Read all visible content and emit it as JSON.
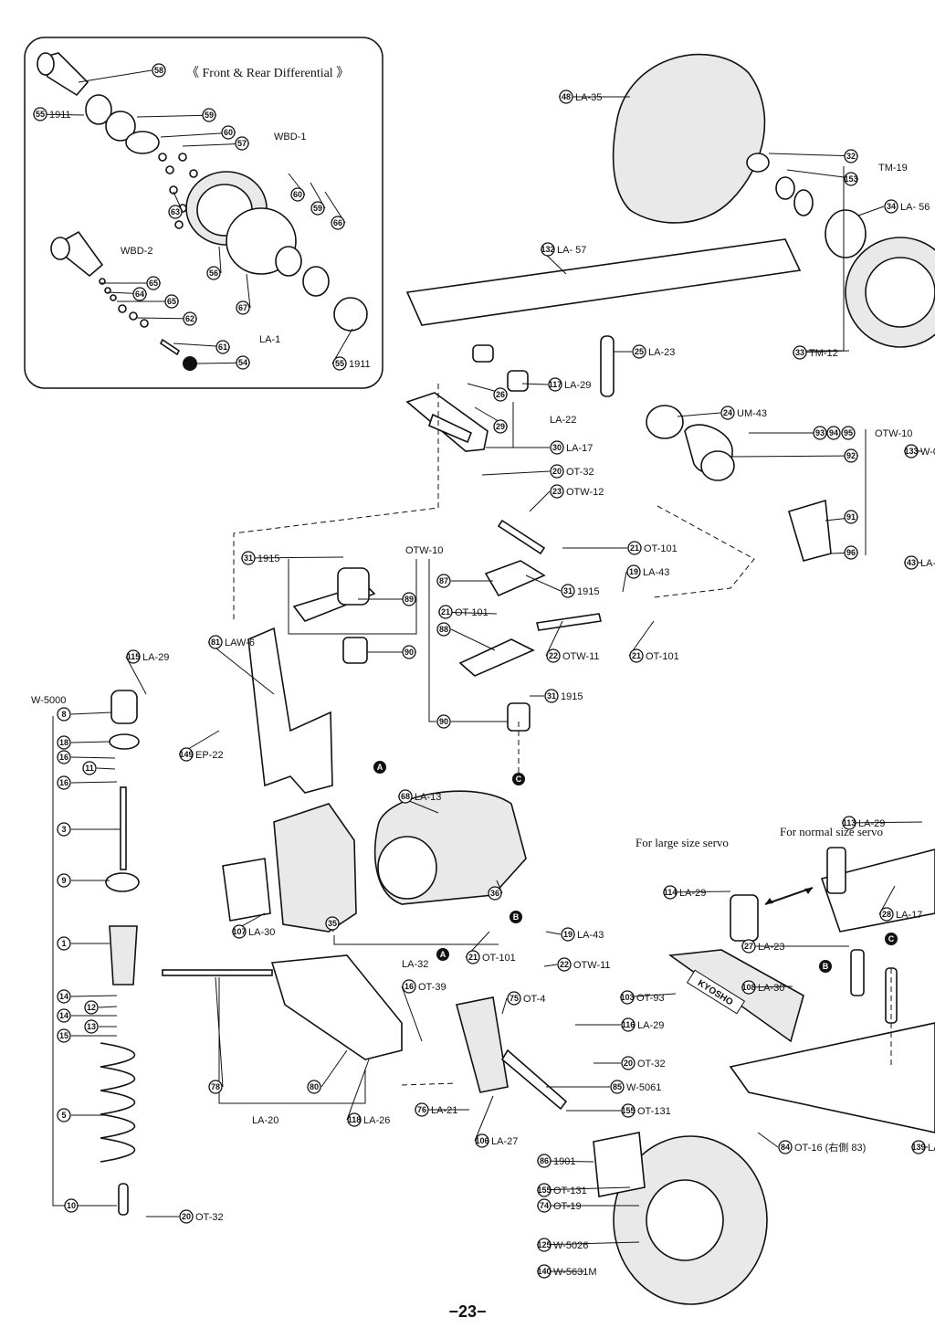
{
  "inset": {
    "title": "《 Front & Rear Differential 》",
    "callouts": [
      {
        "id": "c58",
        "num": "58",
        "code": ""
      },
      {
        "id": "c55a",
        "num": "55",
        "code": "1911"
      },
      {
        "id": "c59a",
        "num": "59",
        "code": ""
      },
      {
        "id": "c60a",
        "num": "60",
        "code": ""
      },
      {
        "id": "c57",
        "num": "57",
        "code": ""
      },
      {
        "id": "c63",
        "num": "63",
        "code": ""
      },
      {
        "id": "c60b",
        "num": "60",
        "code": ""
      },
      {
        "id": "c59b",
        "num": "59",
        "code": ""
      },
      {
        "id": "c66",
        "num": "66",
        "code": ""
      },
      {
        "id": "c65a",
        "num": "65",
        "code": ""
      },
      {
        "id": "c64",
        "num": "64",
        "code": ""
      },
      {
        "id": "c65b",
        "num": "65",
        "code": ""
      },
      {
        "id": "c62",
        "num": "62",
        "code": ""
      },
      {
        "id": "c61",
        "num": "61",
        "code": ""
      },
      {
        "id": "c54",
        "num": "54",
        "code": ""
      },
      {
        "id": "c56",
        "num": "56",
        "code": ""
      },
      {
        "id": "c67",
        "num": "67",
        "code": ""
      },
      {
        "id": "c55b",
        "num": "55",
        "code": "1911"
      }
    ],
    "texts": {
      "wbd1": "WBD-1",
      "wbd2": "WBD-2",
      "la1": "LA-1"
    }
  },
  "callouts": [
    {
      "id": "p48",
      "num": "48",
      "code": "LA-35"
    },
    {
      "id": "p32",
      "num": "32",
      "code": ""
    },
    {
      "id": "p153",
      "num": "153",
      "code": ""
    },
    {
      "id": "p34",
      "num": "34",
      "code": "LA- 56"
    },
    {
      "id": "p132",
      "num": "132",
      "code": "LA- 57"
    },
    {
      "id": "p33",
      "num": "33",
      "code": "TM-12"
    },
    {
      "id": "p25",
      "num": "25",
      "code": "LA-23"
    },
    {
      "id": "p117",
      "num": "117",
      "code": "LA-29"
    },
    {
      "id": "p26",
      "num": "26",
      "code": ""
    },
    {
      "id": "p29",
      "num": "29",
      "code": ""
    },
    {
      "id": "p30",
      "num": "30",
      "code": "LA-17"
    },
    {
      "id": "p24",
      "num": "24",
      "code": "UM-43"
    },
    {
      "id": "p93",
      "num": "93",
      "code": ""
    },
    {
      "id": "p94",
      "num": "94",
      "code": ""
    },
    {
      "id": "p95",
      "num": "95",
      "code": ""
    },
    {
      "id": "p92",
      "num": "92",
      "code": ""
    },
    {
      "id": "p133",
      "num": "133",
      "code": "W-0"
    },
    {
      "id": "p20a",
      "num": "20",
      "code": "OT-32"
    },
    {
      "id": "p23",
      "num": "23",
      "code": "OTW-12"
    },
    {
      "id": "p21a",
      "num": "21",
      "code": "OT-101"
    },
    {
      "id": "p91",
      "num": "91",
      "code": ""
    },
    {
      "id": "p96",
      "num": "96",
      "code": ""
    },
    {
      "id": "p43",
      "num": "43",
      "code": "LA-"
    },
    {
      "id": "p31a",
      "num": "31",
      "code": "1915"
    },
    {
      "id": "p87",
      "num": "87",
      "code": ""
    },
    {
      "id": "p31b",
      "num": "31",
      "code": "1915"
    },
    {
      "id": "p19a",
      "num": "19",
      "code": "LA-43"
    },
    {
      "id": "p89",
      "num": "89",
      "code": ""
    },
    {
      "id": "p21b",
      "num": "21",
      "code": "OT-101"
    },
    {
      "id": "p88",
      "num": "88",
      "code": ""
    },
    {
      "id": "p81",
      "num": "81",
      "code": "LAW-6"
    },
    {
      "id": "p90a",
      "num": "90",
      "code": ""
    },
    {
      "id": "p22a",
      "num": "22",
      "code": "OTW-11"
    },
    {
      "id": "p21c",
      "num": "21",
      "code": "OT-101"
    },
    {
      "id": "p115",
      "num": "115",
      "code": "LA-29"
    },
    {
      "id": "p31c",
      "num": "31",
      "code": "1915"
    },
    {
      "id": "p8",
      "num": "8",
      "code": ""
    },
    {
      "id": "p90b",
      "num": "90",
      "code": ""
    },
    {
      "id": "p18",
      "num": "18",
      "code": ""
    },
    {
      "id": "p16a",
      "num": "16",
      "code": ""
    },
    {
      "id": "p11",
      "num": "11",
      "code": ""
    },
    {
      "id": "p16b",
      "num": "16",
      "code": ""
    },
    {
      "id": "p149",
      "num": "149",
      "code": "EP-22"
    },
    {
      "id": "p68",
      "num": "68",
      "code": "LA-13"
    },
    {
      "id": "p3",
      "num": "3",
      "code": ""
    },
    {
      "id": "p113",
      "num": "113",
      "code": "LA-29"
    },
    {
      "id": "p9",
      "num": "9",
      "code": ""
    },
    {
      "id": "p114",
      "num": "114",
      "code": "LA-29"
    },
    {
      "id": "p36",
      "num": "36",
      "code": ""
    },
    {
      "id": "p28",
      "num": "28",
      "code": "LA-17"
    },
    {
      "id": "p107",
      "num": "107",
      "code": "LA-30"
    },
    {
      "id": "p1",
      "num": "1",
      "code": ""
    },
    {
      "id": "p35",
      "num": "35",
      "code": ""
    },
    {
      "id": "p27",
      "num": "27",
      "code": "LA-23"
    },
    {
      "id": "p19b",
      "num": "19",
      "code": "LA-43"
    },
    {
      "id": "p21d",
      "num": "21",
      "code": "OT-101"
    },
    {
      "id": "p22b",
      "num": "22",
      "code": "OTW-11"
    },
    {
      "id": "p103",
      "num": "103",
      "code": "OT-93"
    },
    {
      "id": "p108",
      "num": "108",
      "code": "LA-30"
    },
    {
      "id": "p14a",
      "num": "14",
      "code": ""
    },
    {
      "id": "p12",
      "num": "12",
      "code": ""
    },
    {
      "id": "p16c",
      "num": "16",
      "code": "OT-39"
    },
    {
      "id": "p75",
      "num": "75",
      "code": "OT-4"
    },
    {
      "id": "p14b",
      "num": "14",
      "code": ""
    },
    {
      "id": "p13",
      "num": "13",
      "code": ""
    },
    {
      "id": "p116",
      "num": "116",
      "code": "LA-29"
    },
    {
      "id": "p15",
      "num": "15",
      "code": ""
    },
    {
      "id": "p20b",
      "num": "20",
      "code": "OT-32"
    },
    {
      "id": "p85",
      "num": "85",
      "code": "W-5061"
    },
    {
      "id": "p78",
      "num": "78",
      "code": ""
    },
    {
      "id": "p80",
      "num": "80",
      "code": ""
    },
    {
      "id": "p76",
      "num": "76",
      "code": "LA-21"
    },
    {
      "id": "p155a",
      "num": "155",
      "code": "OT-131"
    },
    {
      "id": "p5",
      "num": "5",
      "code": ""
    },
    {
      "id": "p118",
      "num": "118",
      "code": "LA-26"
    },
    {
      "id": "p106",
      "num": "106",
      "code": "LA-27"
    },
    {
      "id": "p84",
      "num": "84",
      "code": "OT-16 (右側 83)"
    },
    {
      "id": "p139",
      "num": "139",
      "code": "LA"
    },
    {
      "id": "p86",
      "num": "86",
      "code": "1901"
    },
    {
      "id": "p155b",
      "num": "155",
      "code": "OT-131"
    },
    {
      "id": "p74",
      "num": "74",
      "code": "OT-19"
    },
    {
      "id": "p10",
      "num": "10",
      "code": ""
    },
    {
      "id": "p20c",
      "num": "20",
      "code": "OT-32"
    },
    {
      "id": "p125",
      "num": "125",
      "code": "W-5026"
    },
    {
      "id": "p140",
      "num": "140",
      "code": "W-5631M"
    }
  ],
  "group_labels": {
    "tm19": "TM-19",
    "la22": "LA-22",
    "otw10a": "OTW-10",
    "otw10b": "OTW-10",
    "w5000": "W-5000",
    "la32": "LA-32",
    "la20": "LA-20"
  },
  "markers": {
    "a1": "A",
    "a2": "A",
    "b1": "B",
    "b2": "B",
    "c1": "C",
    "c2": "C"
  },
  "servo": {
    "large": "For large size servo",
    "normal": "For normal size servo"
  },
  "logo_text": "KYOSHO",
  "page_number": "−23−"
}
